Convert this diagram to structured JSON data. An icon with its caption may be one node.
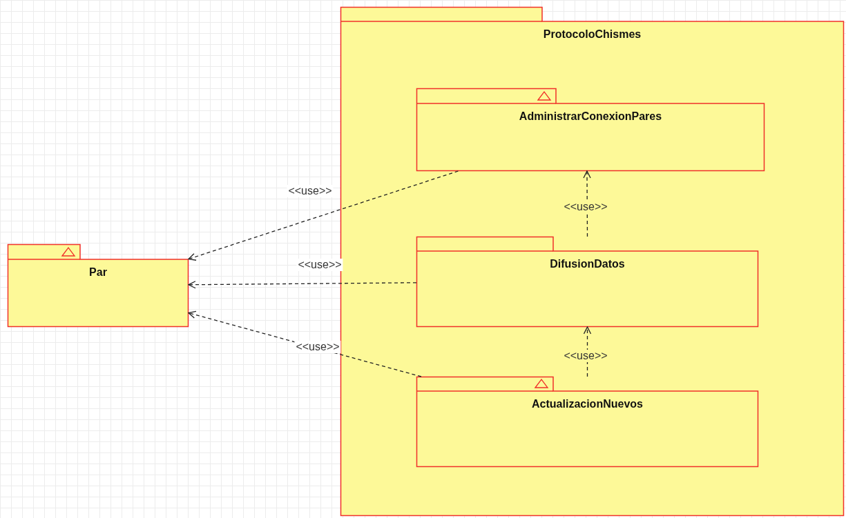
{
  "diagram": {
    "nodes": [
      {
        "text": [
          "Par"
        ]
      },
      {
        "text": [
          "ProtocoloChismes"
        ]
      },
      {
        "text": [
          "AdministrarConexionPares"
        ],
        "in": 1
      },
      {
        "text": [
          "DifusionDatos"
        ],
        "in": 1
      },
      {
        "text": [
          "ActualizacionNuevos"
        ],
        "in": 1
      }
    ],
    "edges": [
      {
        "from": 2,
        "to": 0,
        "arrow": "to",
        "label": "<<use>>",
        "style": "dashed"
      },
      {
        "from": 3,
        "to": 0,
        "arrow": "to",
        "label": "<<use>>",
        "style": "dashed"
      },
      {
        "from": 4,
        "to": 0,
        "arrow": "to",
        "label": "<<use>>",
        "style": "dashed"
      },
      {
        "from": 3,
        "to": 2,
        "arrow": "to",
        "label": "<<use>>",
        "style": "dashed"
      },
      {
        "from": 4,
        "to": 3,
        "arrow": "to",
        "label": "<<use>>",
        "style": "dashed"
      }
    ]
  }
}
